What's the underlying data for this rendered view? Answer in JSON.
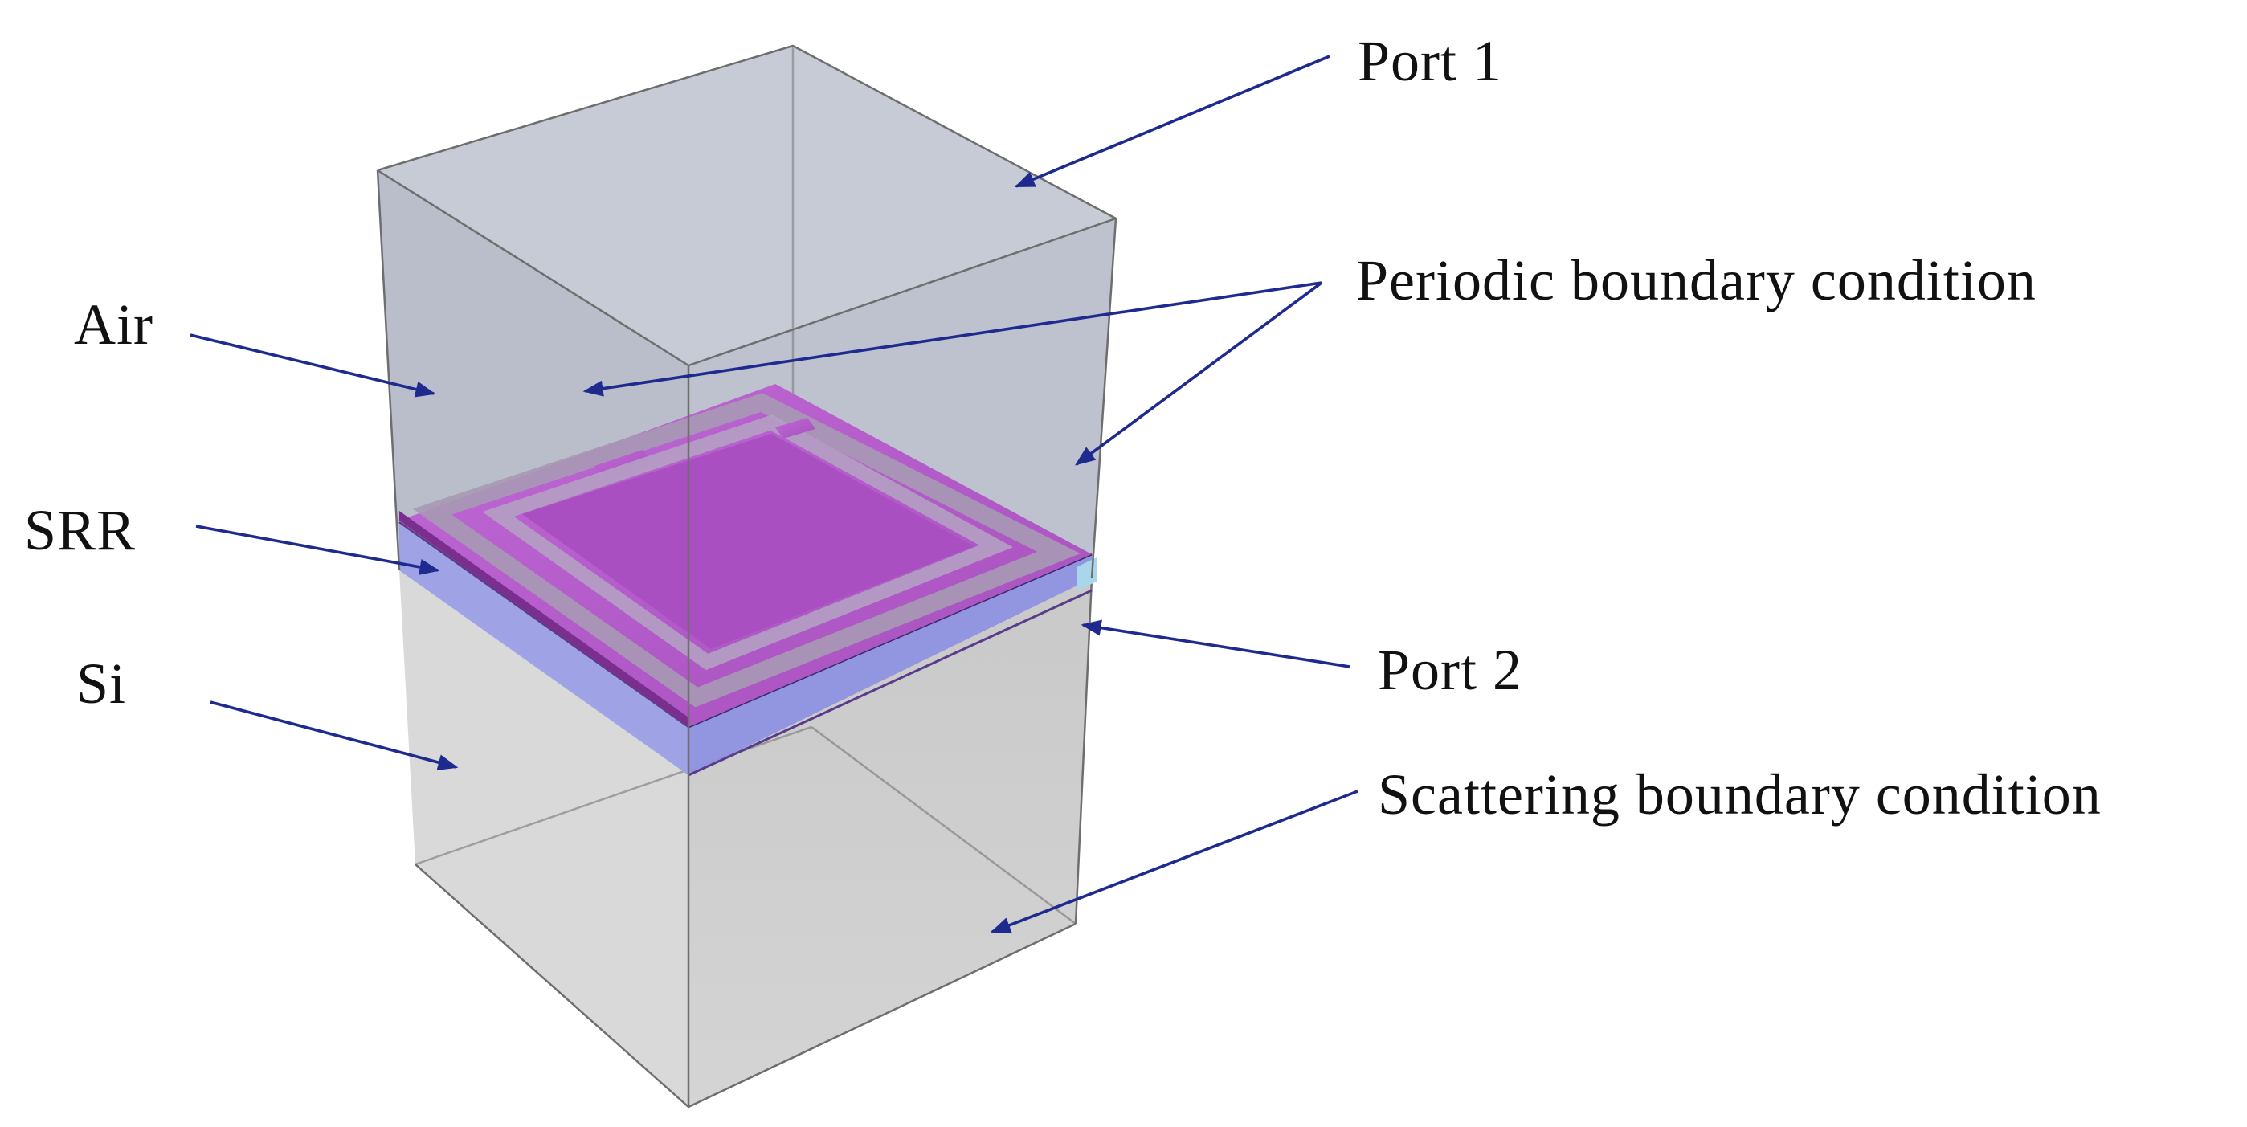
{
  "labels": {
    "port1": "Port 1",
    "periodic": "Periodic boundary condition",
    "air": "Air",
    "srr": "SRR",
    "si": "Si",
    "port2": "Port 2",
    "scattering": "Scattering boundary condition"
  },
  "colors": {
    "air": "#b7bcc9",
    "air_top": "#c1c6d3",
    "si": "#cfcfcf",
    "srr_metal": "#b45ec9",
    "substrate_layer": "#8f92df",
    "arrow": "#1f2a8f",
    "edge": "#6e6e6e"
  }
}
